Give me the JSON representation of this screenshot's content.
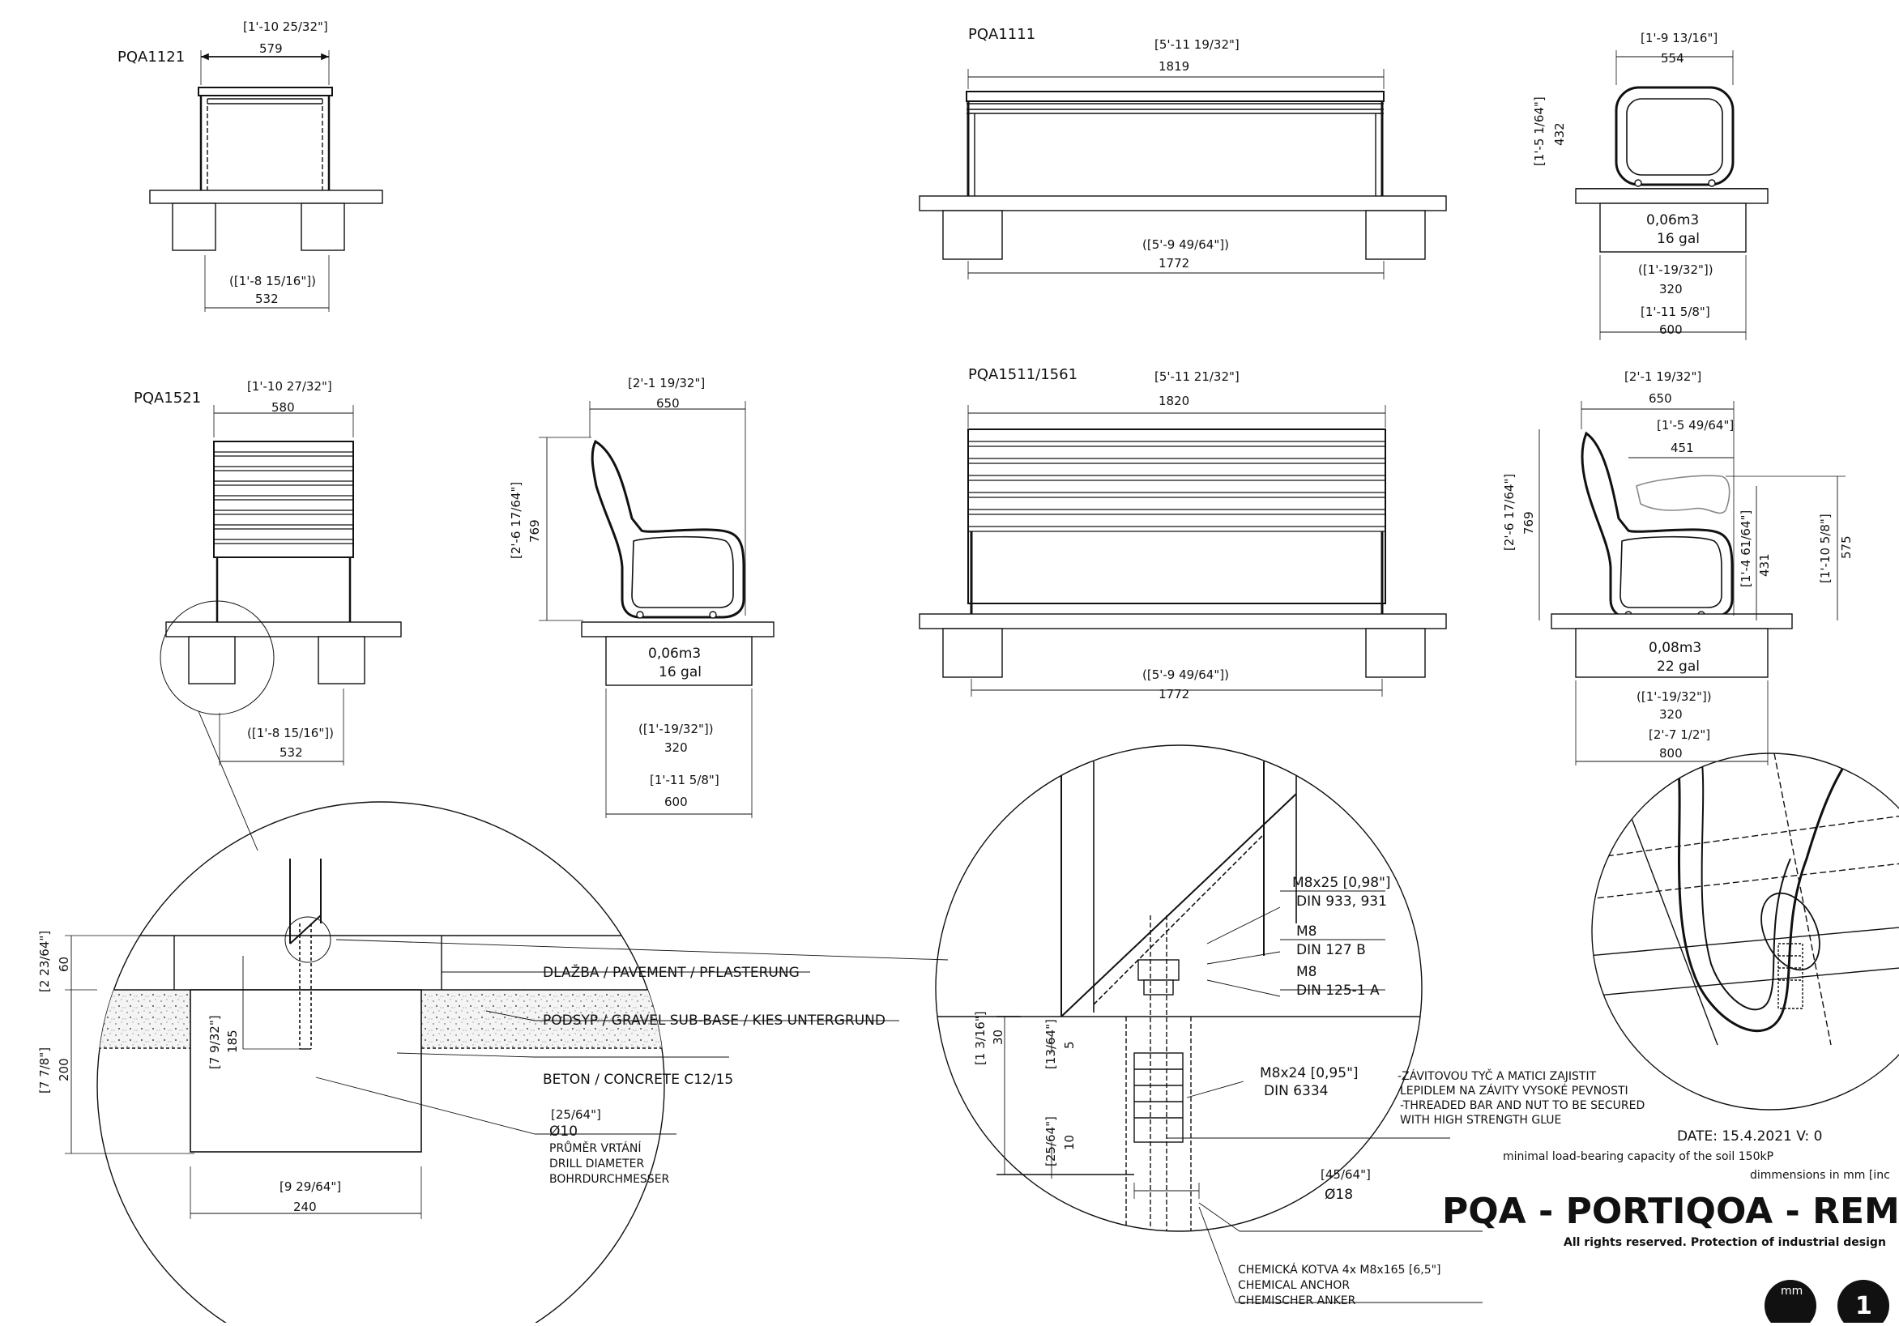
{
  "views": {
    "pqa1121": {
      "code": "PQA1121",
      "width_in": "[1'-10 25/32\"]",
      "width_mm": "579",
      "base_in": "([1'-8 15/16\"])",
      "base_mm": "532"
    },
    "pqa1111": {
      "code": "PQA1111",
      "width_in": "[5'-11 19/32\"]",
      "width_mm": "1819",
      "base_in": "([5'-9 49/64\"])",
      "base_mm": "1772"
    },
    "pqa1111_side": {
      "width_in": "[1'-9 13/16\"]",
      "width_mm": "554",
      "height_in": "[1'-5 1/64\"]",
      "height_mm": "432",
      "volume_m3": "0,06m3",
      "volume_gal": "16 gal",
      "anchor_in": "([1'-19/32\"])",
      "anchor_mm": "320",
      "base_in": "[1'-11 5/8\"]",
      "base_mm": "600"
    },
    "pqa1521": {
      "code": "PQA1521",
      "width_in": "[1'-10 27/32\"]",
      "width_mm": "580",
      "base_in": "([1'-8 15/16\"])",
      "base_mm": "532"
    },
    "pqa1521_side": {
      "width_in": "[2'-1 19/32\"]",
      "width_mm": "650",
      "height_in": "[2'-6 17/64\"]",
      "height_mm": "769",
      "volume_m3": "0,06m3",
      "volume_gal": "16 gal",
      "anchor_in": "([1'-19/32\"])",
      "anchor_mm": "320",
      "base_in": "[1'-11 5/8\"]",
      "base_mm": "600"
    },
    "pqa1511": {
      "code": "PQA1511/1561",
      "width_in": "[5'-11 21/32\"]",
      "width_mm": "1820",
      "base_in": "([5'-9 49/64\"])",
      "base_mm": "1772"
    },
    "pqa1511_side": {
      "width_in": "[2'-1 19/32\"]",
      "width_mm": "650",
      "arm_in": "[1'-5 49/64\"]",
      "arm_mm": "451",
      "height_in": "[2'-6 17/64\"]",
      "height_mm": "769",
      "seat_in": "[1'-4 61/64\"]",
      "seat_mm": "431",
      "armh_in": "[1'-10 5/8\"]",
      "armh_mm": "575",
      "volume_m3": "0,08m3",
      "volume_gal": "22 gal",
      "anchor_in": "([1'-19/32\"])",
      "anchor_mm": "320",
      "base_in": "[2'-7 1/2\"]",
      "base_mm": "800"
    }
  },
  "foundation_detail": {
    "h1_in": "[2 23/64\"]",
    "h1_mm": "60",
    "h2_in": "[7 7/8\"]",
    "h2_mm": "200",
    "depth_in": "[7 9/32\"]",
    "depth_mm": "185",
    "width_in": "[9 29/64\"]",
    "width_mm": "240",
    "layer_pavement": "DLAŽBA / PAVEMENT / PFLASTERUNG",
    "layer_gravel": "PODSYP / GRAVEL SUB-BASE / KIES UNTERGRUND",
    "layer_concrete": "BETON / CONCRETE C12/15",
    "drill_in": "[25/64\"]",
    "drill_mm": "Ø10",
    "drill_cz": "PRŮMĚR VRTÁNÍ",
    "drill_en": "DRILL DIAMETER",
    "drill_de": "BOHRDURCHMESSER"
  },
  "bolt_detail": {
    "screw1_a": "M8x25 [0,98\"]",
    "screw1_b": "DIN 933, 931",
    "washer_a": "M8",
    "washer_b": "DIN 127 B",
    "washer2_a": "M8",
    "washer2_b": "DIN 125-1 A",
    "bar_a": "M8x24 [0,95\"]",
    "bar_b": "DIN 6334",
    "note1": "-ZÁVITOVOU TYČ A MATICI ZAJISTIT",
    "note2": "LEPIDLEM NA ZÁVITY VYSOKÉ PEVNOSTI",
    "note3": "-THREADED BAR AND NUT TO BE SECURED",
    "note4": "WITH HIGH STRENGTH GLUE",
    "d30_in": "[1 3/16\"]",
    "d30_mm": "30",
    "d5_in": "[13/64\"]",
    "d5_mm": "5",
    "d10_in": "[25/64\"]",
    "d10_mm": "10",
    "d18_in": "[45/64\"]",
    "d18_mm": "Ø18",
    "anchor_a": "CHEMICKÁ KOTVA 4x M8x165 [6,5\"]",
    "anchor_b": "CHEMICAL ANCHOR",
    "anchor_c": "CHEMISCHER ANKER"
  },
  "titleblock": {
    "date": "DATE: 15.4.2021    V: 0",
    "soil": "minimal load-bearing capacity of the soil 150kP",
    "units": "dimmensions in mm [inc",
    "title": "PQA - PORTIQOA - REMOVABLE",
    "rights": "All rights reserved. Protection of industrial design",
    "unit_badge": "mm",
    "sheet_badge": "1"
  }
}
